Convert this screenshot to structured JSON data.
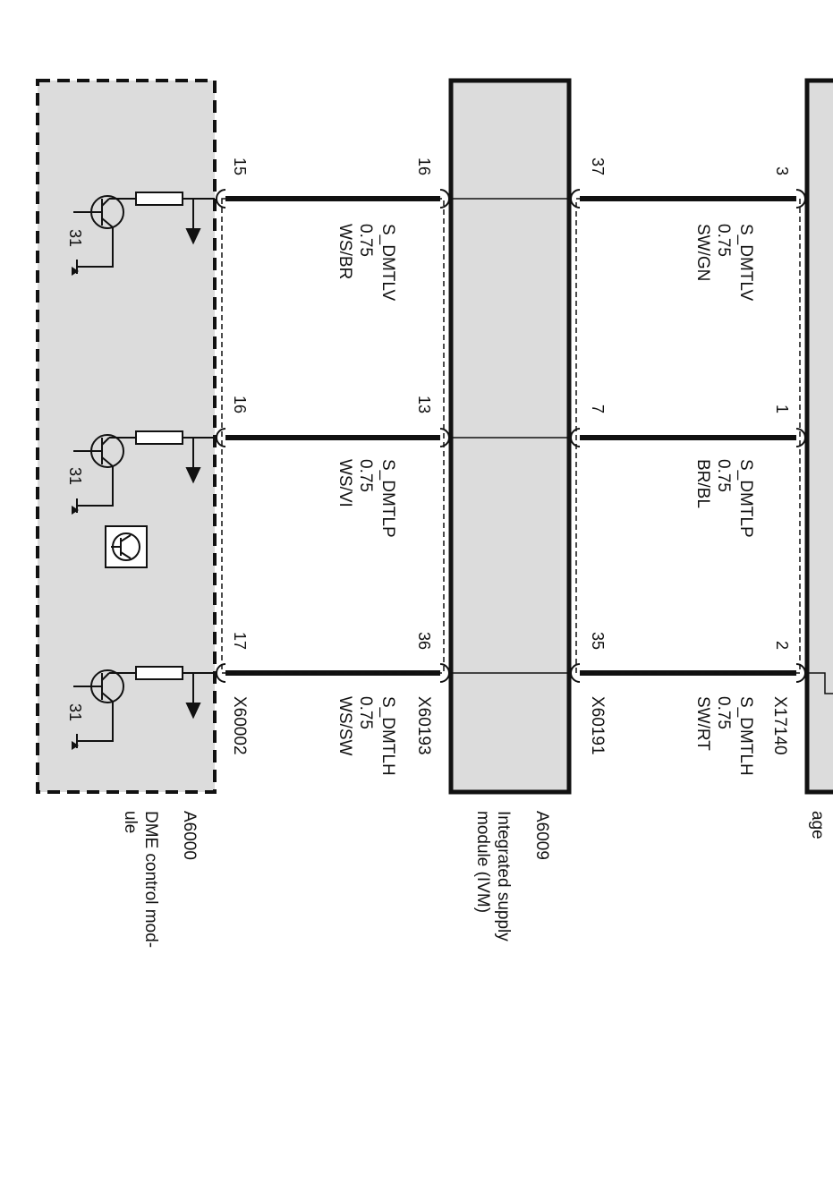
{
  "components": [
    {
      "id": "A6000",
      "name": "DME control mod-",
      "name_cont": "ule",
      "connector": "X60002"
    },
    {
      "id": "A6009",
      "name": "Integrated supply",
      "name_cont": "module (IVM)",
      "connector_lower": "X60193",
      "connector_upper": "X60191"
    },
    {
      "id": "",
      "name": "age",
      "connector": "X17140"
    }
  ],
  "wires_lower": [
    {
      "signal": "S_DMTLV",
      "gauge": "0.75",
      "color": "WS/BR",
      "pin_dme": "15",
      "pin_ivm": "16"
    },
    {
      "signal": "S_DMTLP",
      "gauge": "0.75",
      "color": "WS/VI",
      "pin_dme": "16",
      "pin_ivm": "13"
    },
    {
      "signal": "S_DMTLH",
      "gauge": "0.75",
      "color": "WS/SW",
      "pin_dme": "17",
      "pin_ivm": "36"
    }
  ],
  "wires_upper": [
    {
      "signal": "S_DMTLV",
      "gauge": "0.75",
      "color": "SW/GN",
      "pin_ivm": "37",
      "pin_far": "3"
    },
    {
      "signal": "S_DMTLP",
      "gauge": "0.75",
      "color": "BR/BL",
      "pin_ivm": "7",
      "pin_far": "1"
    },
    {
      "signal": "S_DMTLH",
      "gauge": "0.75",
      "color": "SW/RT",
      "pin_ivm": "35",
      "pin_far": "2"
    }
  ],
  "ground_label": "31"
}
